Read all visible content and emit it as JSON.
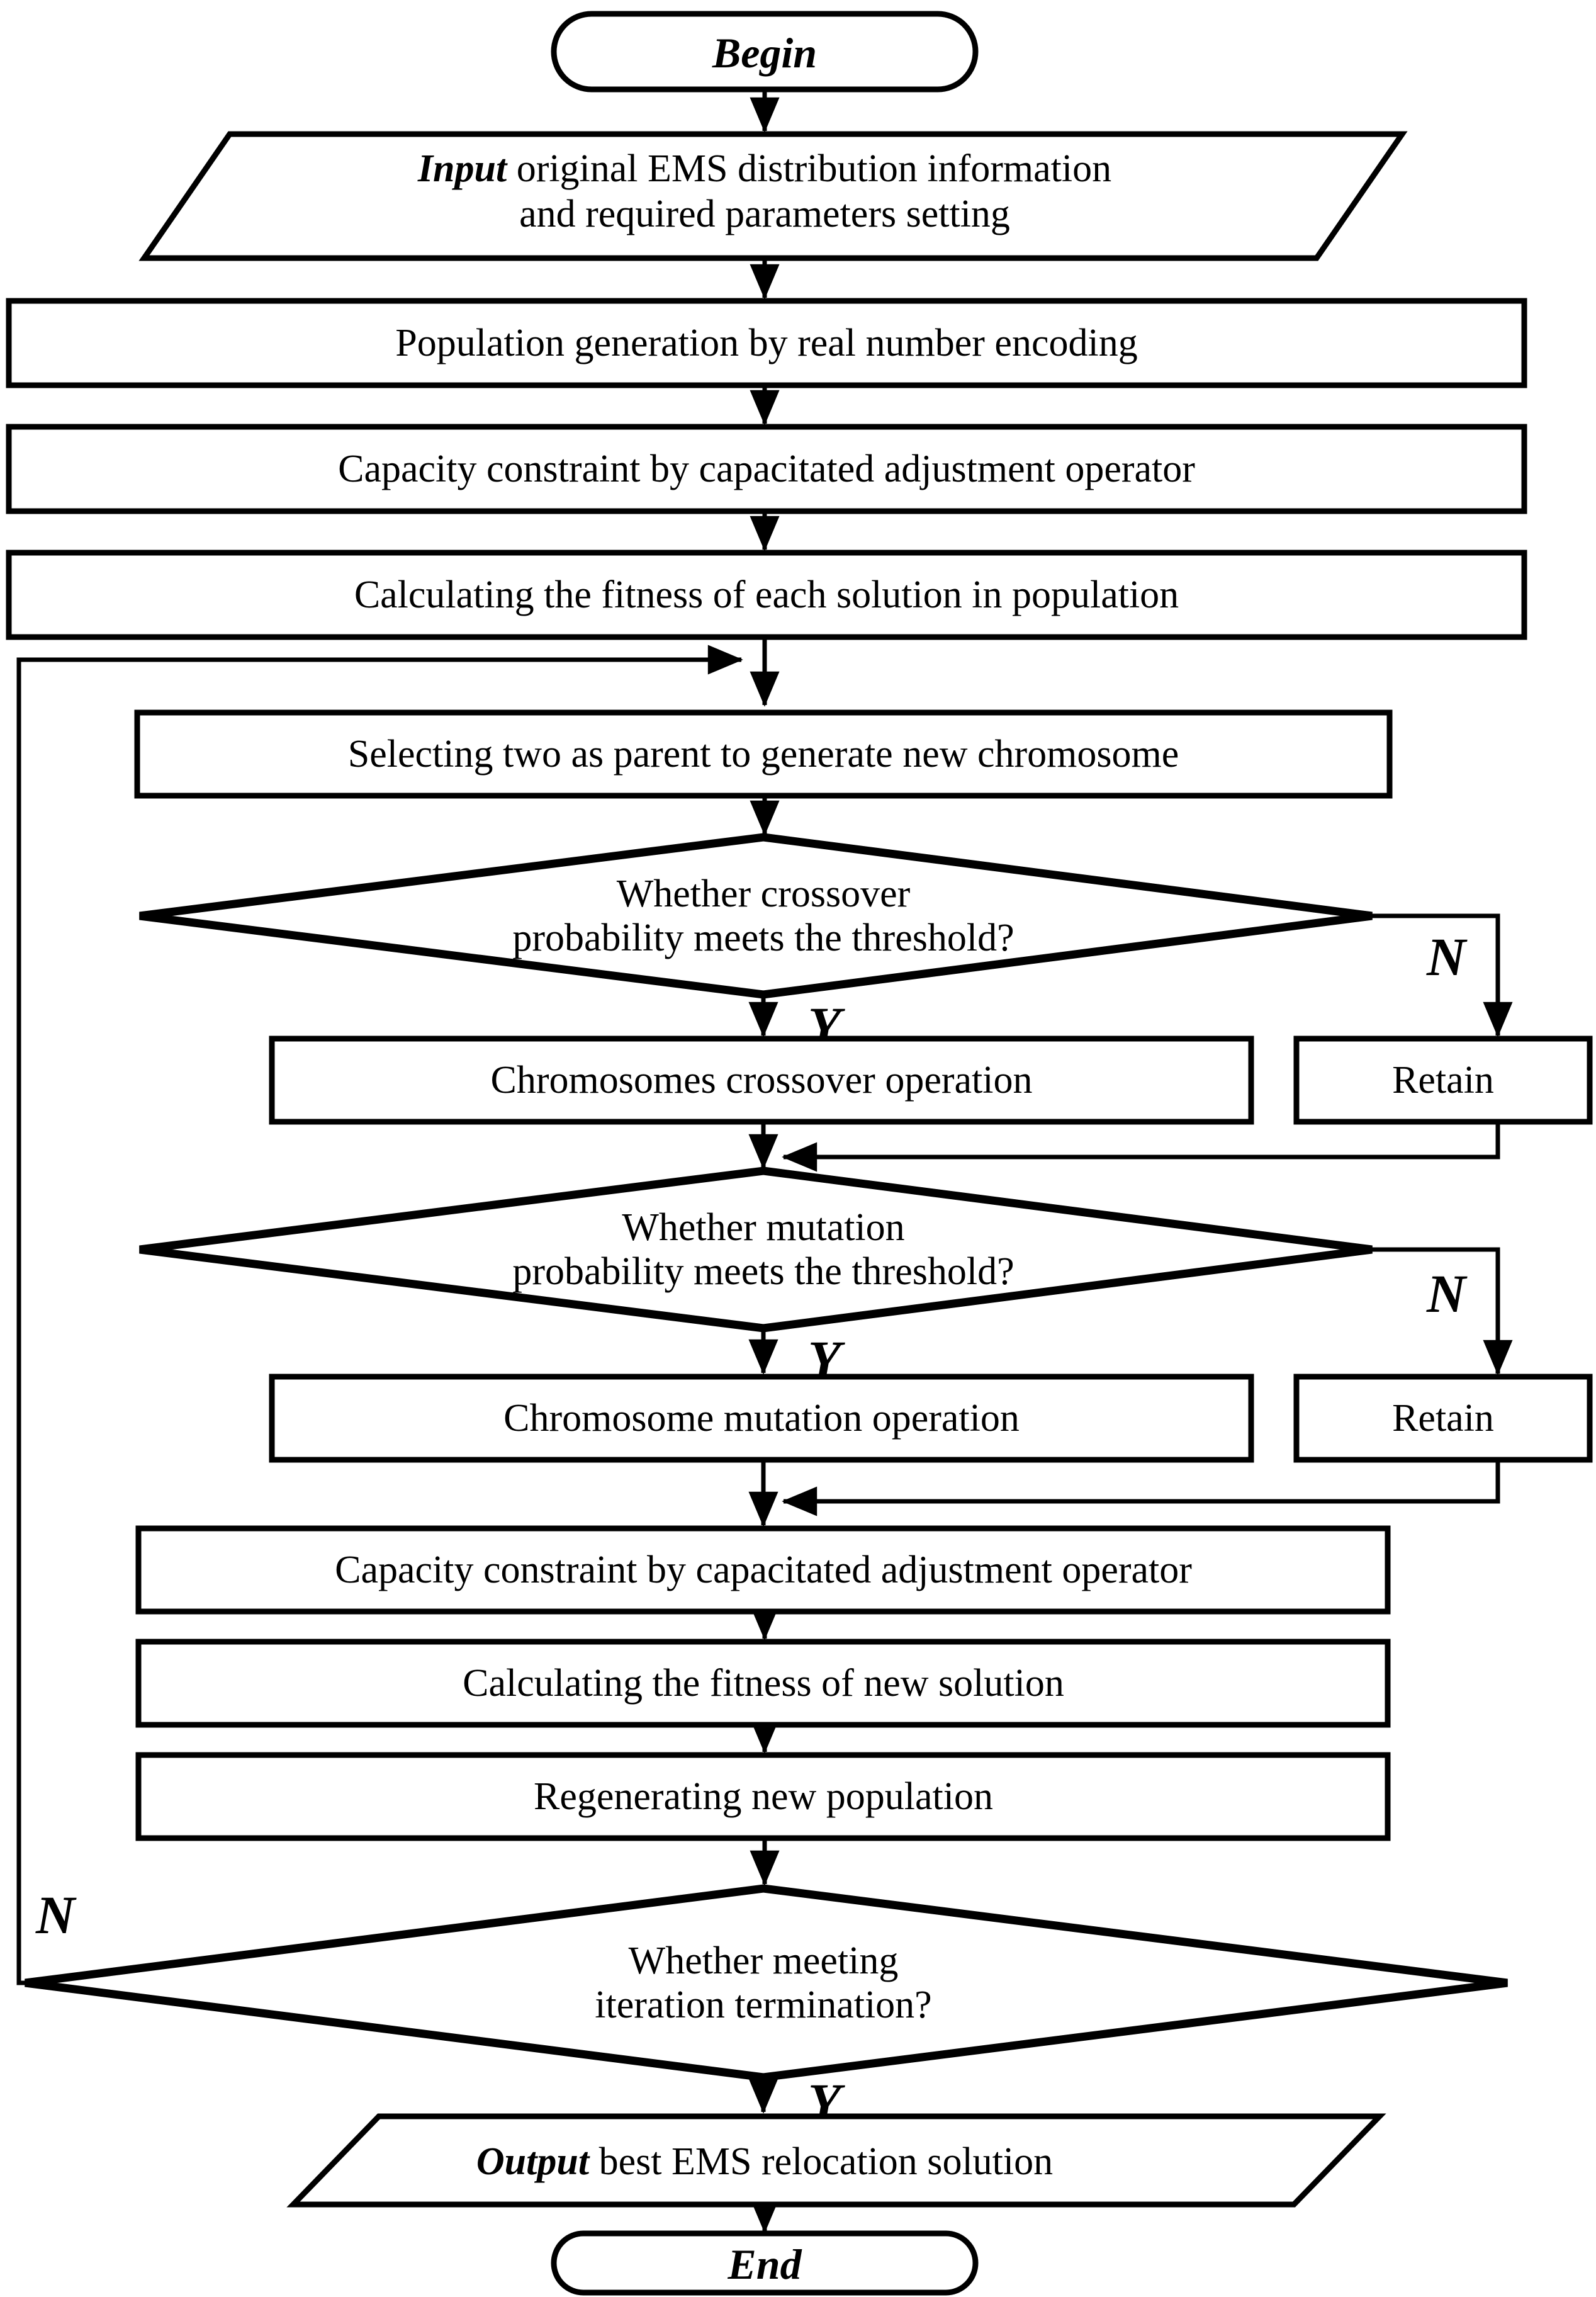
{
  "colors": {
    "stroke": "#000000",
    "background": "#ffffff"
  },
  "terminators": {
    "begin": "Begin",
    "end": "End"
  },
  "io": {
    "input": {
      "keyword": "Input",
      "rest": " original EMS distribution information",
      "line2": "and required parameters setting"
    },
    "output": {
      "keyword": "Output",
      "rest": " best EMS relocation solution"
    }
  },
  "processes": {
    "population_generation": "Population generation by real number encoding",
    "capacity_constraint_1": "Capacity constraint by capacitated adjustment operator",
    "fitness_population": "Calculating the fitness of each solution in population",
    "selecting_parents": "Selecting two as parent to generate new chromosome",
    "crossover_operation": "Chromosomes crossover operation",
    "retain_crossover": "Retain",
    "mutation_operation": "Chromosome mutation operation",
    "retain_mutation": "Retain",
    "capacity_constraint_2": "Capacity constraint by capacitated adjustment operator",
    "fitness_new_solution": "Calculating the fitness of new solution",
    "regenerating_population": "Regenerating new population"
  },
  "decisions": {
    "crossover": {
      "line1": "Whether crossover",
      "line2": "probability meets the threshold?"
    },
    "mutation": {
      "line1": "Whether mutation",
      "line2": "probability meets the threshold?"
    },
    "iteration": {
      "line1": "Whether meeting",
      "line2": "iteration termination?"
    }
  },
  "branch_labels": {
    "yes": "Y",
    "no": "N"
  }
}
